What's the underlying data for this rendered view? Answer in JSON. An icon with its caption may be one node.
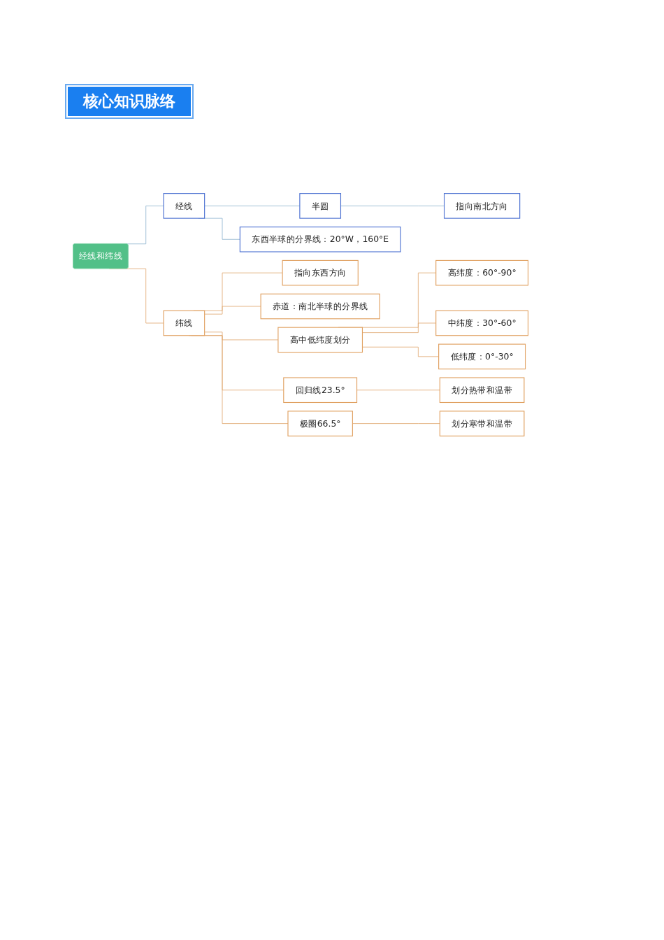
{
  "diagram": {
    "title": "核心知识脉络",
    "nodes": [
      {
        "text": [
          "经线和纬线"
        ]
      },
      {
        "text": [
          "经线"
        ]
      },
      {
        "text": [
          "半圆"
        ]
      },
      {
        "text": [
          "指向南北方向"
        ]
      },
      {
        "text": [
          "东西半球的分界线：20°W，160°E"
        ]
      },
      {
        "text": [
          "纬线"
        ]
      },
      {
        "text": [
          "指向东西方向"
        ]
      },
      {
        "text": [
          "赤道：南北半球的分界线"
        ]
      },
      {
        "text": [
          "高中低纬度划分"
        ]
      },
      {
        "text": [
          "高纬度：60°-90°"
        ]
      },
      {
        "text": [
          "中纬度：30°-60°"
        ]
      },
      {
        "text": [
          "低纬度：0°-30°"
        ]
      },
      {
        "text": [
          "回归线23.5°"
        ]
      },
      {
        "text": [
          "划分热带和温带"
        ]
      },
      {
        "text": [
          "极圈66.5°"
        ]
      },
      {
        "text": [
          "划分寒带和温带"
        ]
      }
    ],
    "edges": [
      {
        "from": 0,
        "to": 1,
        "arrow": "none",
        "color": "#8fb4d0"
      },
      {
        "from": 1,
        "to": 2,
        "arrow": "none",
        "color": "#8fb4d0"
      },
      {
        "from": 2,
        "to": 3,
        "arrow": "none",
        "color": "#8fb4d0"
      },
      {
        "from": 1,
        "to": 4,
        "arrow": "none",
        "color": "#8fb4d0"
      },
      {
        "from": 0,
        "to": 5,
        "arrow": "none"
      },
      {
        "from": 5,
        "to": 6,
        "arrow": "none"
      },
      {
        "from": 5,
        "to": 7,
        "arrow": "none"
      },
      {
        "from": 5,
        "to": 8,
        "arrow": "none"
      },
      {
        "from": 8,
        "to": 9,
        "arrow": "none"
      },
      {
        "from": 8,
        "to": 10,
        "arrow": "none"
      },
      {
        "from": 8,
        "to": 11,
        "arrow": "none"
      },
      {
        "from": 5,
        "to": 12,
        "arrow": "none"
      },
      {
        "from": 12,
        "to": 13,
        "arrow": "none"
      },
      {
        "from": 5,
        "to": 14,
        "arrow": "none"
      },
      {
        "from": 14,
        "to": 15,
        "arrow": "none"
      }
    ]
  }
}
